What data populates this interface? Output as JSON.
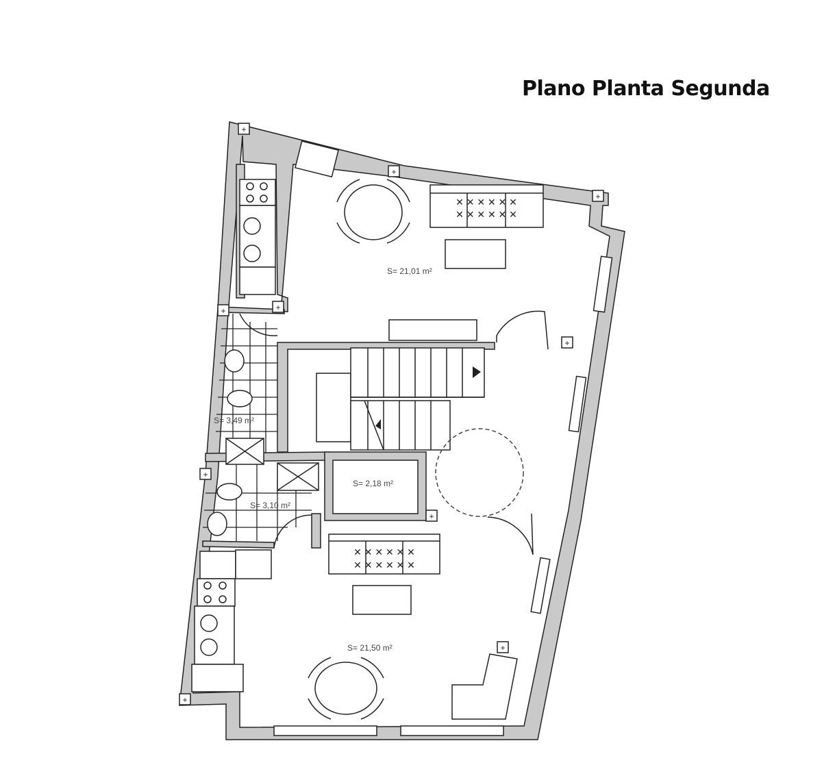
{
  "title": "Plano Planta Segunda",
  "rooms": [
    {
      "name": "upper-living-kitchen",
      "area": "S= 21,01 m²"
    },
    {
      "name": "upper-bathroom",
      "area": "S= 3,49 m²"
    },
    {
      "name": "storage",
      "area": "S= 2,18 m²"
    },
    {
      "name": "lower-bathroom",
      "area": "S= 3,10 m²"
    },
    {
      "name": "lower-living-kitchen",
      "area": "S= 21,50 m²"
    }
  ],
  "colors": {
    "wall": "#c9c9c9",
    "line": "#222222",
    "background": "#ffffff"
  }
}
